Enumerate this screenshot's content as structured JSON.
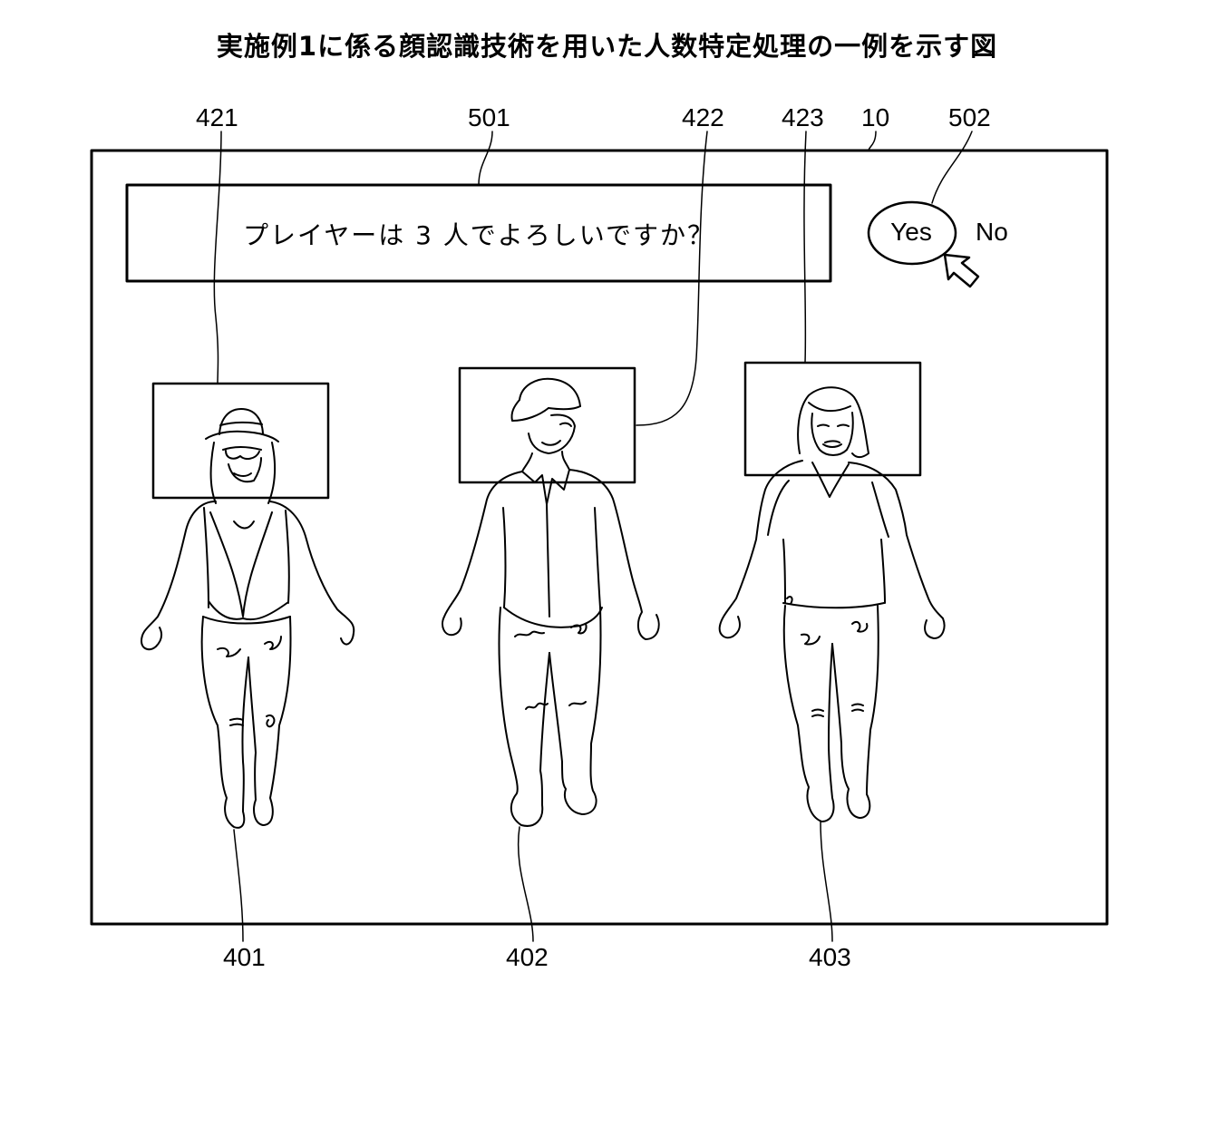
{
  "figure": {
    "title": "実施例1に係る顔認識技術を用いた人数特定処理の一例を示す図"
  },
  "screen": {
    "ref": "10",
    "dialog": {
      "ref": "501",
      "prompt": "プレイヤーは 3 人でよろしいですか？"
    },
    "buttons": {
      "ref": "502",
      "yes_label": "Yes",
      "no_label": "No"
    }
  },
  "players": [
    {
      "person_ref": "401",
      "face_ref": "421",
      "feature": "hat-and-sunglasses"
    },
    {
      "person_ref": "402",
      "face_ref": "422",
      "feature": "cap"
    },
    {
      "person_ref": "403",
      "face_ref": "423",
      "feature": "long-hair"
    }
  ],
  "colors": {
    "line": "#000000",
    "background": "#ffffff"
  }
}
